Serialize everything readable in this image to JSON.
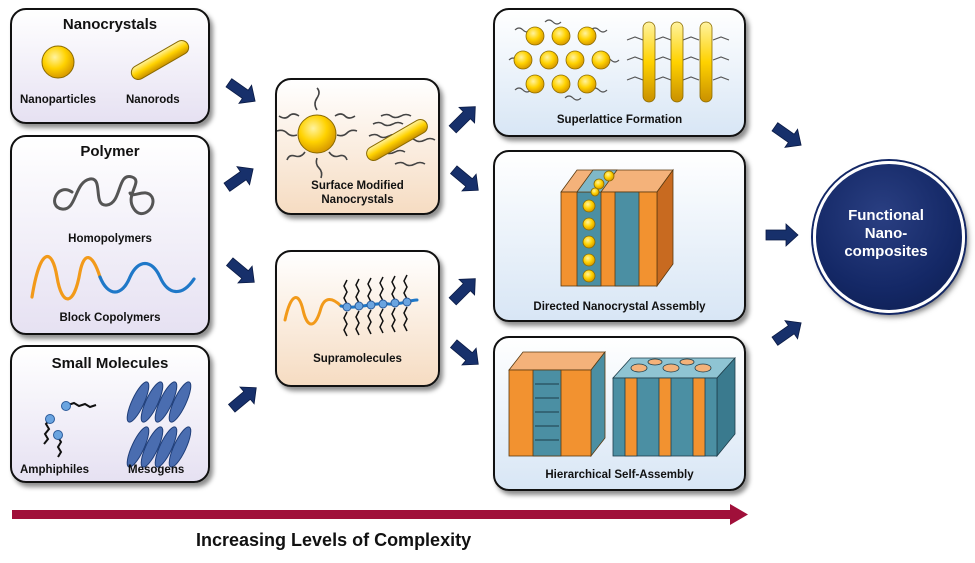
{
  "inputs": {
    "nanocrystals": {
      "title": "Nanocrystals",
      "left_label": "Nanoparticles",
      "right_label": "Nanorods"
    },
    "polymer": {
      "title": "Polymer",
      "label_1": "Homopolymers",
      "label_2": "Block Copolymers"
    },
    "small_molecules": {
      "title": "Small Molecules",
      "left_label": "Amphiphiles",
      "right_label": "Mesogens"
    }
  },
  "intermediates": {
    "surface_modified": "Surface Modified\nNanocrystals",
    "supramolecules": "Supramolecules"
  },
  "assemblies": {
    "superlattice": "Superlattice Formation",
    "directed": "Directed Nanocrystal Assembly",
    "hierarchical": "Hierarchical Self-Assembly"
  },
  "output": {
    "label": "Functional\nNano-\ncomposites"
  },
  "bottom": {
    "label": "Increasing Levels of Complexity"
  },
  "colors": {
    "arrow": "#17306b",
    "gold": "#ffd200",
    "orange": "#f29230",
    "teal": "#4b8fa3",
    "blue_line": "#1a6fc0",
    "red_arrow": "#a0103a",
    "circle": "#142866"
  }
}
